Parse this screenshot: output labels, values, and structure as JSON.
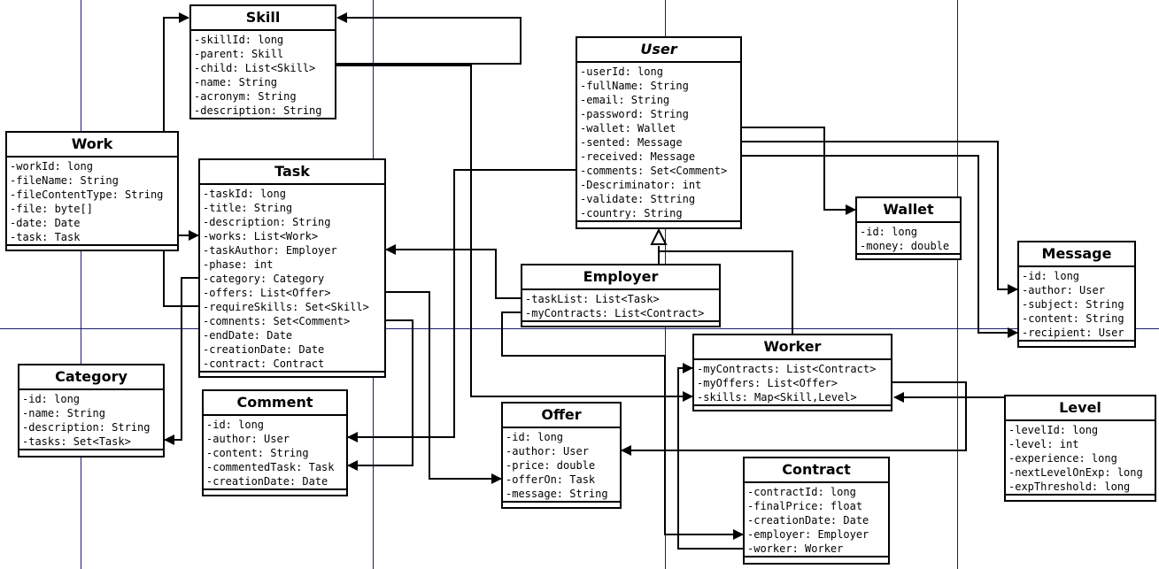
{
  "classes": [
    {
      "id": "skill",
      "name": "Skill",
      "abstract": false,
      "attributes": [
        "-skillId: long",
        "-parent: Skill",
        "-child: List<Skill>",
        "-name: String",
        "-acronym: String",
        "-description: String"
      ]
    },
    {
      "id": "work",
      "name": "Work",
      "abstract": false,
      "attributes": [
        "-workId: long",
        "-fileName: String",
        "-fileContentType: String",
        "-file: byte[]",
        "-date: Date",
        "-task: Task"
      ]
    },
    {
      "id": "task",
      "name": "Task",
      "abstract": false,
      "attributes": [
        "-taskId: long",
        "-title: String",
        "-description: String",
        "-works: List<Work>",
        "-taskAuthor: Employer",
        "-phase: int",
        "-category: Category",
        "-offers: List<Offer>",
        "-requireSkills: Set<Skill>",
        "-comnents: Set<Comment>",
        "-endDate: Date",
        "-creationDate: Date",
        "-contract: Contract"
      ]
    },
    {
      "id": "user",
      "name": "User",
      "abstract": true,
      "attributes": [
        "-userId: long",
        "-fullName: String",
        "-email: String",
        "-password: String",
        "-wallet: Wallet",
        "-sented: Message",
        "-received: Message",
        "-comments: Set<Comment>",
        "-Descriminator: int",
        "-validate: Sttring",
        "-country: String"
      ]
    },
    {
      "id": "wallet",
      "name": "Wallet",
      "abstract": false,
      "attributes": [
        "-id: long",
        "-money: double"
      ]
    },
    {
      "id": "message",
      "name": "Message",
      "abstract": false,
      "attributes": [
        "-id: long",
        "-author: User",
        "-subject: String",
        "-content: String",
        "-recipient: User"
      ]
    },
    {
      "id": "employer",
      "name": "Employer",
      "abstract": false,
      "attributes": [
        "-taskList: List<Task>",
        "-myContracts: List<Contract>"
      ]
    },
    {
      "id": "worker",
      "name": "Worker",
      "abstract": false,
      "attributes": [
        "-myContracts: List<Contract>",
        "-myOffers: List<Offer>",
        "-skills: Map<Skill,Level>"
      ]
    },
    {
      "id": "category",
      "name": "Category",
      "abstract": false,
      "attributes": [
        "-id: long",
        "-name: String",
        "-description: String",
        "-tasks: Set<Task>"
      ]
    },
    {
      "id": "comment",
      "name": "Comment",
      "abstract": false,
      "attributes": [
        "-id: long",
        "-author: User",
        "-content: String",
        "-commentedTask: Task",
        "-creationDate: Date"
      ]
    },
    {
      "id": "offer",
      "name": "Offer",
      "abstract": false,
      "attributes": [
        "-id: long",
        "-author: User",
        "-price: double",
        "-offerOn: Task",
        "-message: String"
      ]
    },
    {
      "id": "level",
      "name": "Level",
      "abstract": false,
      "attributes": [
        "-levelId: long",
        "-level: int",
        "-experience: long",
        "-nextLevelOnExp: long",
        "-expThreshold: long"
      ]
    },
    {
      "id": "contract",
      "name": "Contract",
      "abstract": false,
      "attributes": [
        "-contractId: long",
        "-finalPrice: float",
        "-creationDate: Date",
        "-employer: Employer",
        "-worker: Worker"
      ]
    }
  ],
  "colors": {
    "line": "#000000",
    "guide": "#1c1c6e",
    "background": "#ffffff"
  }
}
